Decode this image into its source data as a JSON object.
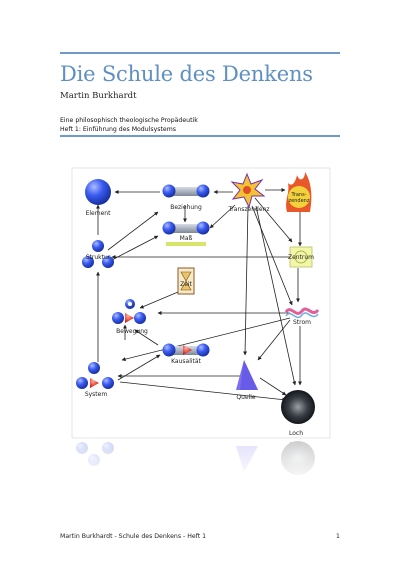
{
  "document": {
    "title": "Die Schule des Denkens",
    "author": "Martin Burkhardt",
    "subtitle_line1": "Eine philosophisch theologische Propädeutik",
    "subtitle_line2": "Heft 1: Einführung des Modulsystems"
  },
  "diagram": {
    "nodes": {
      "element": "Element",
      "beziehung": "Beziehung",
      "transzendenz": "Transzendenz",
      "trans_badge": "Trans-",
      "trans_badge2": "zendenz",
      "mass": "Maß",
      "struktur": "Struktur",
      "zentrum": "Zentrum",
      "zeit": "Zeit",
      "bewegung": "Bewegung",
      "strom": "Strom",
      "kausalitaet": "Kausalität",
      "system": "System",
      "quelle": "Quelle",
      "loch": "Loch"
    },
    "colors": {
      "blue": "#2f4fe0",
      "gray": "#9aa3b3",
      "arrow": "#222222",
      "accent": "#5f8fc3"
    }
  },
  "footer": {
    "left": "Martin Burkhardt - Schule des Denkens - Heft 1",
    "page_number": "1"
  }
}
